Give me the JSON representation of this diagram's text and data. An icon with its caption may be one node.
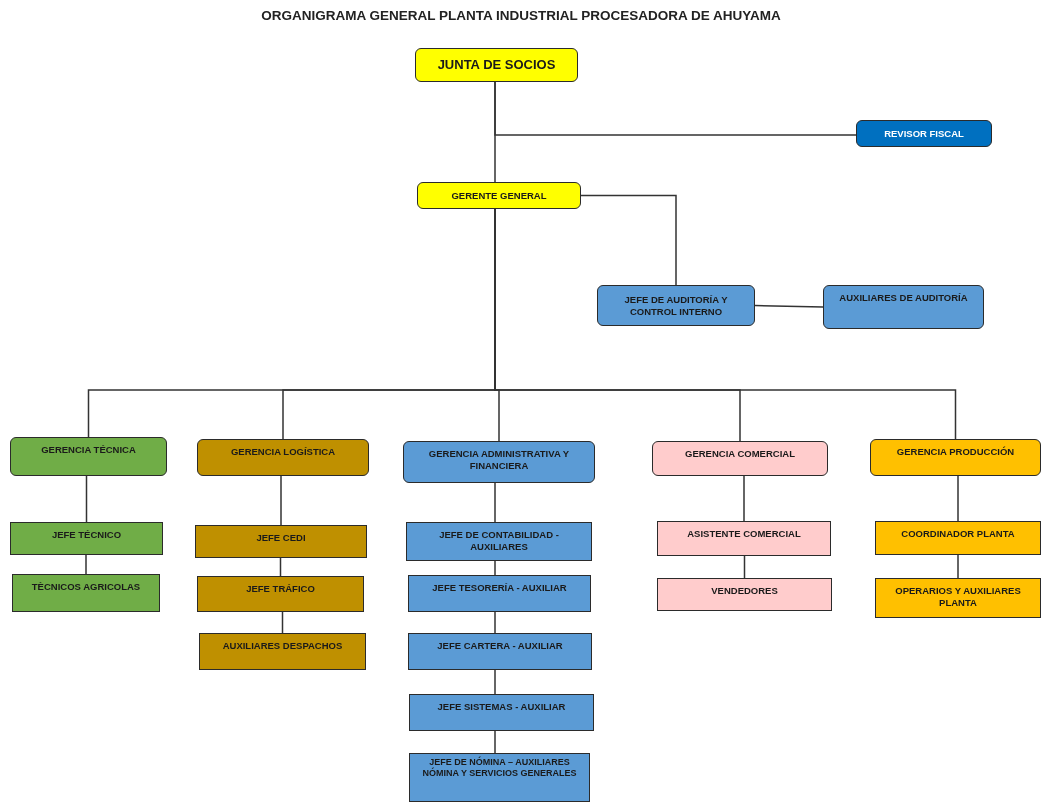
{
  "diagram": {
    "title": "ORGANIGRAMA GENERAL PLANTA INDUSTRIAL PROCESADORA DE AHUYAMA",
    "nodes": [
      {
        "text": [
          "JUNTA DE SOCIOS"
        ]
      },
      {
        "text": [
          "REVISOR FISCAL"
        ]
      },
      {
        "text": [
          "GERENTE GENERAL"
        ]
      },
      {
        "text": [
          "JEFE DE AUDITORÍA Y CONTROL INTERNO"
        ]
      },
      {
        "text": [
          "AUXILIARES DE AUDITORÍA"
        ]
      },
      {
        "text": [
          "GERENCIA TÉCNICA"
        ]
      },
      {
        "text": [
          "GERENCIA LOGÍSTICA"
        ]
      },
      {
        "text": [
          "GERENCIA ADMINISTRATIVA Y FINANCIERA"
        ]
      },
      {
        "text": [
          "GERENCIA COMERCIAL"
        ]
      },
      {
        "text": [
          "GERENCIA PRODUCCIÓN"
        ]
      },
      {
        "text": [
          "JEFE TÉCNICO"
        ]
      },
      {
        "text": [
          "TÈCNICOS AGRICOLAS"
        ]
      },
      {
        "text": [
          "JEFE CEDI"
        ]
      },
      {
        "text": [
          "JEFE TRÁFICO"
        ]
      },
      {
        "text": [
          "AUXILIARES DESPACHOS"
        ]
      },
      {
        "text": [
          "JEFE DE CONTABILIDAD - AUXILIARES"
        ]
      },
      {
        "text": [
          "JEFE TESORERÍA - AUXILIAR"
        ]
      },
      {
        "text": [
          "JEFE CARTERA - AUXILIAR"
        ]
      },
      {
        "text": [
          "JEFE SISTEMAS - AUXILIAR"
        ]
      },
      {
        "text": [
          "JEFE DE NÓMINA – AUXILIARES NÓMINA Y SERVICIOS GENERALES"
        ]
      },
      {
        "text": [
          "ASISTENTE COMERCIAL"
        ]
      },
      {
        "text": [
          "VENDEDORES"
        ]
      },
      {
        "text": [
          "COORDINADOR PLANTA"
        ]
      },
      {
        "text": [
          "OPERARIOS Y AUXILIARES PLANTA"
        ]
      }
    ],
    "edges": [
      {
        "from": 0,
        "to": 1,
        "arrow": "none"
      },
      {
        "from": 0,
        "to": 2,
        "arrow": "none"
      },
      {
        "from": 2,
        "to": 3,
        "arrow": "none"
      },
      {
        "from": 3,
        "to": 4,
        "arrow": "none"
      },
      {
        "from": 2,
        "to": 5,
        "arrow": "none"
      },
      {
        "from": 2,
        "to": 6,
        "arrow": "none"
      },
      {
        "from": 2,
        "to": 7,
        "arrow": "none"
      },
      {
        "from": 2,
        "to": 8,
        "arrow": "none"
      },
      {
        "from": 2,
        "to": 9,
        "arrow": "none"
      },
      {
        "from": 5,
        "to": 10,
        "arrow": "none"
      },
      {
        "from": 10,
        "to": 11,
        "arrow": "none"
      },
      {
        "from": 6,
        "to": 12,
        "arrow": "none"
      },
      {
        "from": 12,
        "to": 13,
        "arrow": "none"
      },
      {
        "from": 13,
        "to": 14,
        "arrow": "none"
      },
      {
        "from": 7,
        "to": 15,
        "arrow": "none"
      },
      {
        "from": 15,
        "to": 16,
        "arrow": "none"
      },
      {
        "from": 16,
        "to": 17,
        "arrow": "none"
      },
      {
        "from": 17,
        "to": 18,
        "arrow": "none"
      },
      {
        "from": 18,
        "to": 19,
        "arrow": "none"
      },
      {
        "from": 8,
        "to": 20,
        "arrow": "none"
      },
      {
        "from": 20,
        "to": 21,
        "arrow": "none"
      },
      {
        "from": 9,
        "to": 22,
        "arrow": "none"
      },
      {
        "from": 22,
        "to": 23,
        "arrow": "none"
      }
    ]
  }
}
